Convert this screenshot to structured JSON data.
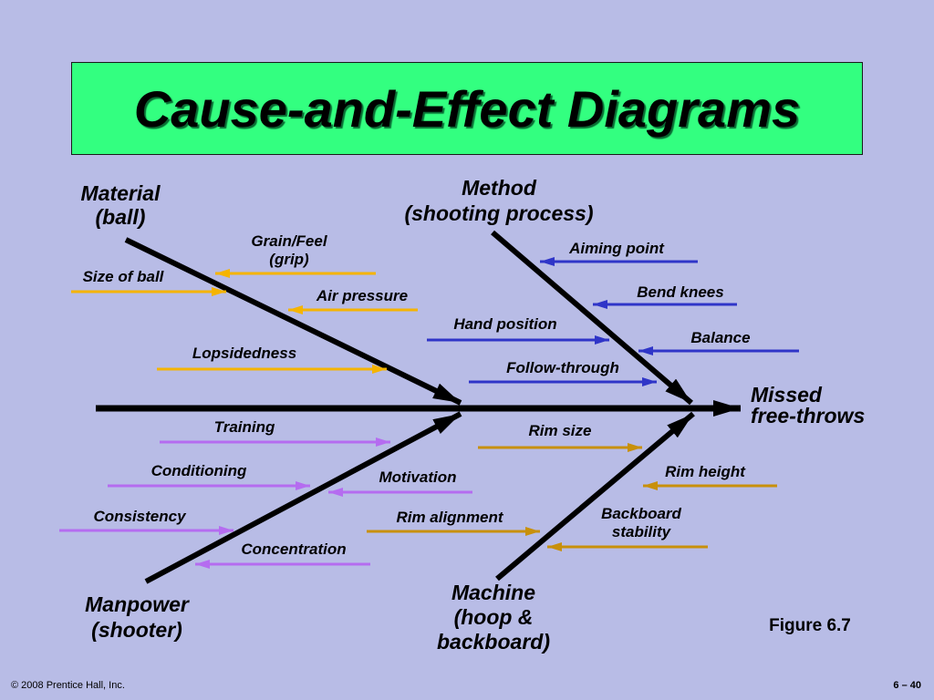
{
  "title": "Cause-and-Effect Diagrams",
  "effect": [
    "Missed",
    "free-throws"
  ],
  "figure": "Figure 6.7",
  "footer": {
    "copyright": "© 2008 Prentice Hall, Inc.",
    "page": "6 – 40"
  },
  "categories": {
    "material": [
      "Material",
      "(ball)"
    ],
    "method": [
      "Method",
      "(shooting process)"
    ],
    "manpower": [
      "Manpower",
      "(shooter)"
    ],
    "machine": [
      "Machine",
      "(hoop &",
      "backboard)"
    ]
  },
  "causes": {
    "material": [
      [
        "Grain/Feel",
        "(grip)"
      ],
      [
        "Size of ball"
      ],
      [
        "Air pressure"
      ],
      [
        "Lopsidedness"
      ]
    ],
    "method": [
      [
        "Aiming point"
      ],
      [
        "Bend knees"
      ],
      [
        "Hand position"
      ],
      [
        "Balance"
      ],
      [
        "Follow-through"
      ]
    ],
    "manpower": [
      [
        "Training"
      ],
      [
        "Conditioning"
      ],
      [
        "Motivation"
      ],
      [
        "Consistency"
      ],
      [
        "Concentration"
      ]
    ],
    "machine": [
      [
        "Rim size"
      ],
      [
        "Rim height"
      ],
      [
        "Backboard",
        "stability"
      ],
      [
        "Rim alignment"
      ]
    ]
  },
  "colors": {
    "background": "#b8bce6",
    "title_box": "#33ff80",
    "material": "#f5b400",
    "method": "#2f35c8",
    "manpower": "#b56cf0",
    "machine": "#c8900a",
    "spine": "#000000"
  }
}
